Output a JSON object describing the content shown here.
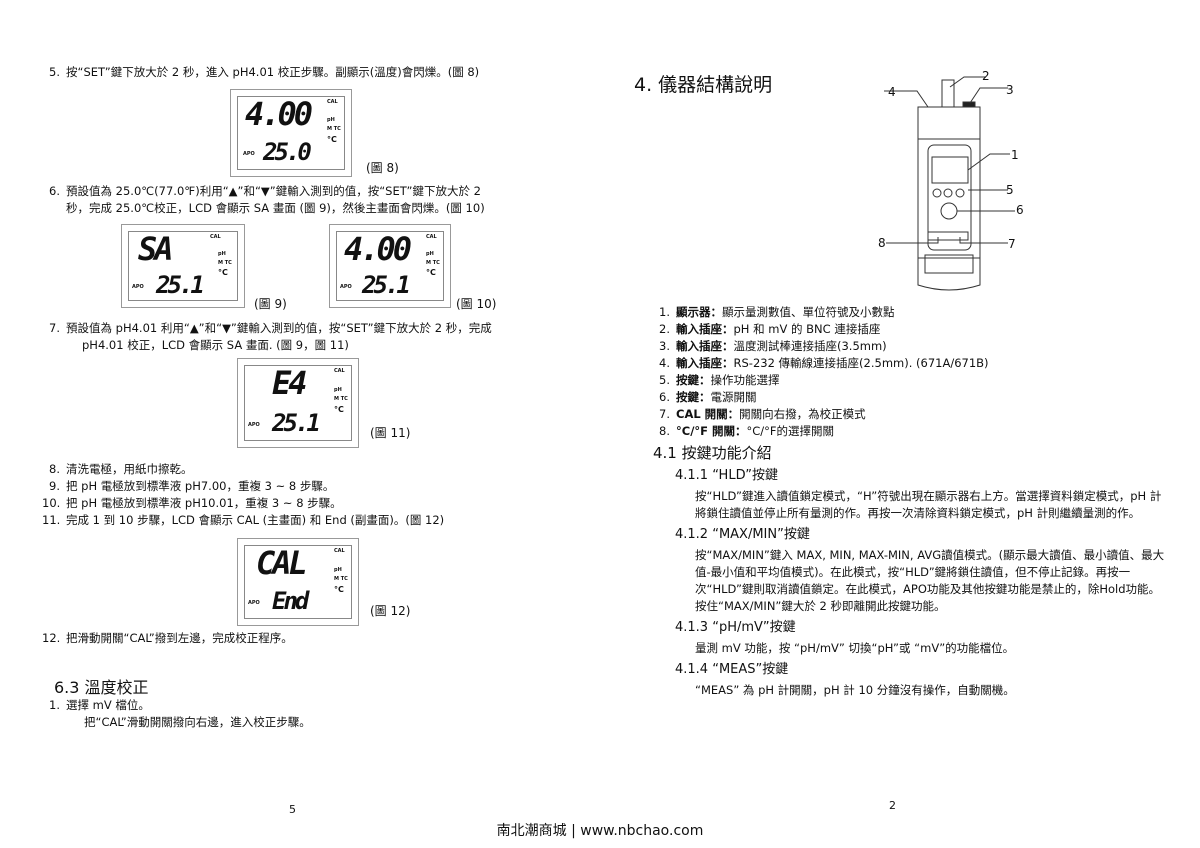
{
  "left": {
    "step5": {
      "num": "5.",
      "text": "按“SET”鍵下放大於 2 秒，進入 pH4.01 校正步驟。副顯示(溫度)會閃爍。(圖 8)"
    },
    "fig8": {
      "main": "4.00",
      "sub": "25.0",
      "cal": "CAL",
      "ph": "pH",
      "mtc": "M TC",
      "deg": "°C",
      "apo": "APO",
      "caption": "(圖 8)"
    },
    "step6": {
      "num": "6.",
      "lines": [
        "預設值為 25.0℃(77.0℉)利用“▲”和“▼”鍵輸入測到的值，按“SET”鍵下放大於 2",
        "秒，完成 25.0℃校正，LCD 會顯示 SA 畫面 (圖 9)，然後主畫面會閃爍。(圖 10)"
      ]
    },
    "fig9": {
      "main": "SA",
      "sub": "25.1",
      "cal": "CAL",
      "ph": "pH",
      "mtc": "M TC",
      "deg": "°C",
      "apo": "APO",
      "caption": "(圖 9)"
    },
    "fig10": {
      "main": "4.00",
      "sub": "25.1",
      "cal": "CAL",
      "ph": "pH",
      "mtc": "M TC",
      "deg": "°C",
      "apo": "APO",
      "caption": "(圖 10)"
    },
    "step7": {
      "num": "7.",
      "lines": [
        "預設值為 pH4.01 利用“▲”和“▼”鍵輸入測到的值，按“SET”鍵下放大於 2 秒，完成",
        "pH4.01 校正，LCD 會顯示 SA 畫面. (圖 9，圖 11)"
      ]
    },
    "fig11": {
      "main": "E4",
      "sub": "25.1",
      "cal": "CAL",
      "ph": "pH",
      "mtc": "M TC",
      "deg": "°C",
      "apo": "APO",
      "caption": "(圖 11)"
    },
    "steps8to11": [
      {
        "num": "8.",
        "text": "清洗電極，用紙巾擦乾。"
      },
      {
        "num": "9.",
        "text": "把 pH 電極放到標準液 pH7.00，重複 3 ~ 8 步驟。"
      },
      {
        "num": "10.",
        "text": "把 pH 電極放到標準液 pH10.01，重複 3 ~ 8 步驟。"
      },
      {
        "num": "11.",
        "text": "完成 1 到 10 步驟，LCD 會顯示 CAL (主畫面) 和 End (副畫面)。(圖 12)"
      }
    ],
    "fig12": {
      "main": "CAL",
      "sub": "End",
      "cal": "CAL",
      "ph": "pH",
      "mtc": "M TC",
      "deg": "°C",
      "apo": "APO",
      "caption": "(圖 12)"
    },
    "step12": {
      "num": "12.",
      "text": "把滑動開關“CAL”撥到左邊，完成校正程序。"
    },
    "section63": {
      "title": "6.3 溫度校正",
      "item1_num": "1.",
      "item1": "選擇 mV 檔位。",
      "item1_sub": "把“CAL”滑動開關撥向右邊，進入校正步驟。"
    },
    "page_number": "5"
  },
  "right": {
    "title": "4. 儀器結構說明",
    "diagram_labels": [
      "1",
      "2",
      "3",
      "4",
      "5",
      "6",
      "7",
      "8"
    ],
    "parts": [
      {
        "num": "1.",
        "label": "顯示器：",
        "text": "顯示量測數值、單位符號及小數點"
      },
      {
        "num": "2.",
        "label": "輸入插座：",
        "text": "pH 和 mV 的 BNC 連接插座"
      },
      {
        "num": "3.",
        "label": "輸入插座：",
        "text": "溫度測試棒連接插座(3.5mm)"
      },
      {
        "num": "4.",
        "label": "輸入插座：",
        "text": "RS-232 傳輸線連接插座(2.5mm). (671A/671B)"
      },
      {
        "num": "5.",
        "label": "按鍵：",
        "text": "操作功能選擇"
      },
      {
        "num": "6.",
        "label": "按鍵：",
        "text": "電源開關"
      },
      {
        "num": "7.",
        "label": "CAL 開關：",
        "text": "開關向右撥，為校正模式"
      },
      {
        "num": "8.",
        "label": "°C/°F 開關：",
        "text": "°C/°F的選擇開關"
      }
    ],
    "section41": "4.1 按鍵功能介紹",
    "s411": {
      "title": "4.1.1 “HLD”按鍵",
      "body": "按“HLD”鍵進入讀值鎖定模式，“H”符號出現在顯示器右上方。當選擇資料鎖定模式，pH 計將鎖住讀值並停止所有量測的作。再按一次清除資料鎖定模式，pH 計則繼續量測的作。"
    },
    "s412": {
      "title": "4.1.2 “MAX/MIN”按鍵",
      "body": "按“MAX/MIN”鍵入 MAX, MIN, MAX-MIN, AVG讀值模式。(顯示最大讀值、最小讀值、最大值-最小值和平均值模式)。在此模式，按“HLD”鍵將鎖住讀值，但不停止記錄。再按一次“HLD”鍵則取消讀值鎖定。在此模式，APO功能及其他按鍵功能是禁止的，除Hold功能。按住“MAX/MIN”鍵大於 2 秒即離開此按鍵功能。"
    },
    "s413": {
      "title": "4.1.3 “pH/mV”按鍵",
      "body": "量測 mV 功能，按 “pH/mV” 切換“pH”或 “mV”的功能檔位。"
    },
    "s414": {
      "title": "4.1.4 “MEAS”按鍵",
      "body": "“MEAS” 為 pH 計開關，pH 計 10 分鐘沒有操作，自動關機。"
    },
    "page_number": "2"
  },
  "footer": "南北潮商城 | www.nbchao.com"
}
